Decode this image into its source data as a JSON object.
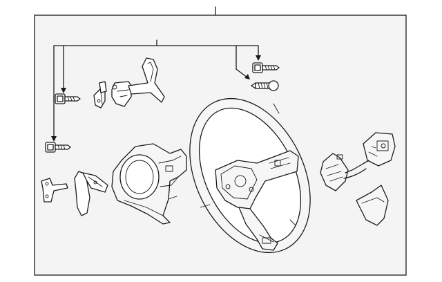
{
  "diagram": {
    "frame_fill": "#f4f4f4",
    "line_color": "#1a1a1a",
    "background": "#ffffff",
    "parts": [
      "steering-wheel-assembly",
      "shroud-bracket",
      "paddle-shifter-bracket",
      "paddle-shifter",
      "t-handle-bracket",
      "mounting-clip",
      "bolt-left-upper",
      "bolt-left-lower",
      "bolt-right-upper",
      "screw-right",
      "switch-harness",
      "control-switch",
      "trim-cover"
    ]
  }
}
